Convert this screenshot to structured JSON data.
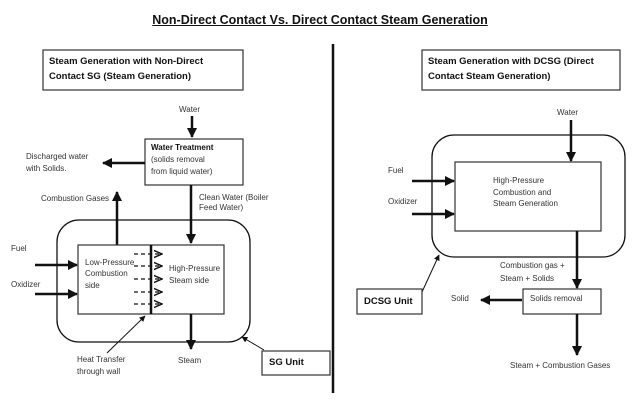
{
  "title": "Non-Direct Contact Vs. Direct Contact Steam Generation",
  "left": {
    "header": "Steam Generation with Non-Direct Contact SG (Steam Generation)",
    "water": "Water",
    "treatment_title": "Water Treatment",
    "treatment_desc_1": "(solids removal",
    "treatment_desc_2": "from liquid water)",
    "discharged_1": "Discharged water",
    "discharged_2": "with  Solids.",
    "combustion_gases": "Combustion Gases",
    "clean_water_1": "Clean Water (Boiler",
    "clean_water_2": "Feed Water)",
    "fuel": "Fuel",
    "oxidizer": "Oxidizer",
    "low_pressure_1": "Low-Pressure",
    "low_pressure_2": "Combustion",
    "low_pressure_3": "side",
    "high_pressure_1": "High-Pressure",
    "high_pressure_2": "Steam side",
    "heat_transfer_1": "Heat Transfer",
    "heat_transfer_2": "through wall",
    "steam": "Steam",
    "unit_label": "SG Unit"
  },
  "right": {
    "header": "Steam Generation with DCSG (Direct Contact Steam Generation)",
    "water": "Water",
    "fuel": "Fuel",
    "oxidizer": "Oxidizer",
    "reactor_1": "High-Pressure",
    "reactor_2": "Combustion and",
    "reactor_3": "Steam Generation",
    "output_1": "Combustion gas +",
    "output_2": "Steam + Solids",
    "solids_removal": "Solids removal",
    "solid": "Solid",
    "final_output": "Steam + Combustion Gases",
    "unit_label": "DCSG Unit"
  }
}
